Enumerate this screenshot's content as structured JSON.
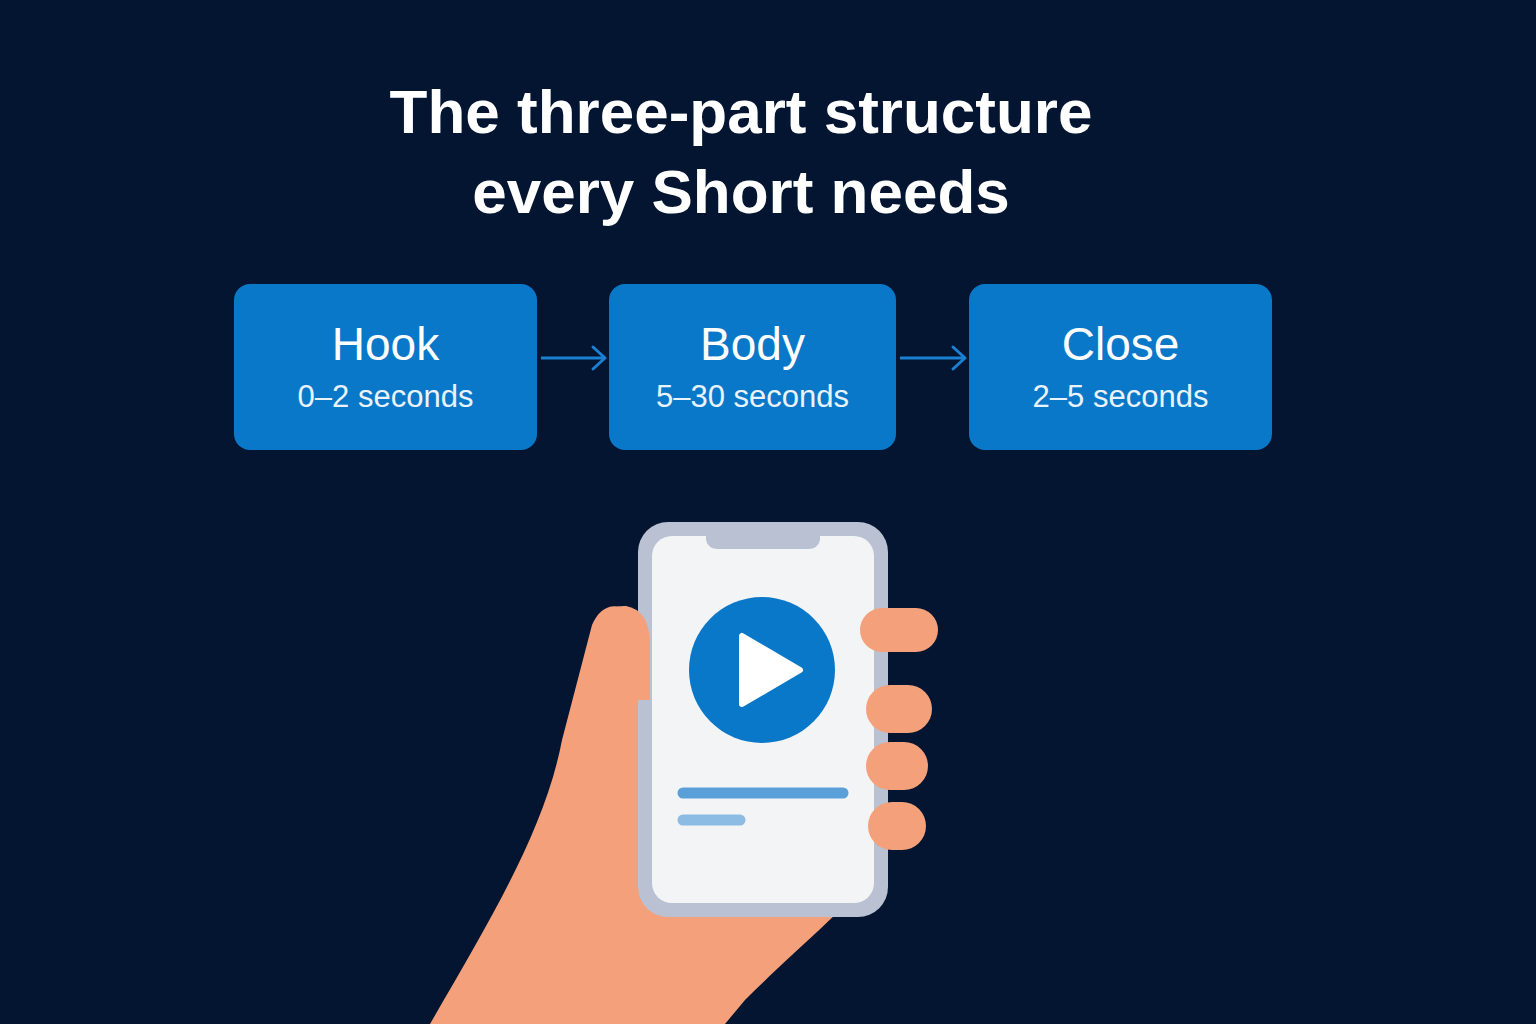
{
  "diagram": {
    "title": "The three-part structure every Short needs",
    "nodes": [
      {
        "text": [
          "Hook",
          "0–2 seconds"
        ]
      },
      {
        "text": [
          "Body",
          "5–30 seconds"
        ]
      },
      {
        "text": [
          "Close",
          "2–5 seconds"
        ]
      }
    ],
    "edges": [
      {
        "from": 0,
        "to": 1,
        "arrow": "to"
      },
      {
        "from": 1,
        "to": 2,
        "arrow": "to"
      }
    ]
  }
}
